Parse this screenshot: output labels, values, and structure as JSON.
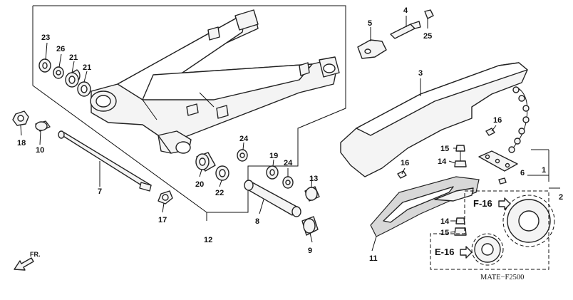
{
  "diagram_code": "MATE−F2500",
  "front_label": "FR.",
  "refs": {
    "f16": "F-16",
    "e16": "E-16"
  },
  "labels": {
    "p1": "1",
    "p2": "2",
    "p3": "3",
    "p4": "4",
    "p5": "5",
    "p6": "6",
    "p7": "7",
    "p8": "8",
    "p9": "9",
    "p10": "10",
    "p11": "11",
    "p12": "12",
    "p13": "13",
    "p14a": "14",
    "p14b": "14",
    "p15a": "15",
    "p15b": "15",
    "p16a": "16",
    "p16b": "16",
    "p17": "17",
    "p18": "18",
    "p19": "19",
    "p20": "20",
    "p21a": "21",
    "p21b": "21",
    "p22": "22",
    "p23": "23",
    "p24a": "24",
    "p24b": "24",
    "p25": "25",
    "p26": "26"
  }
}
